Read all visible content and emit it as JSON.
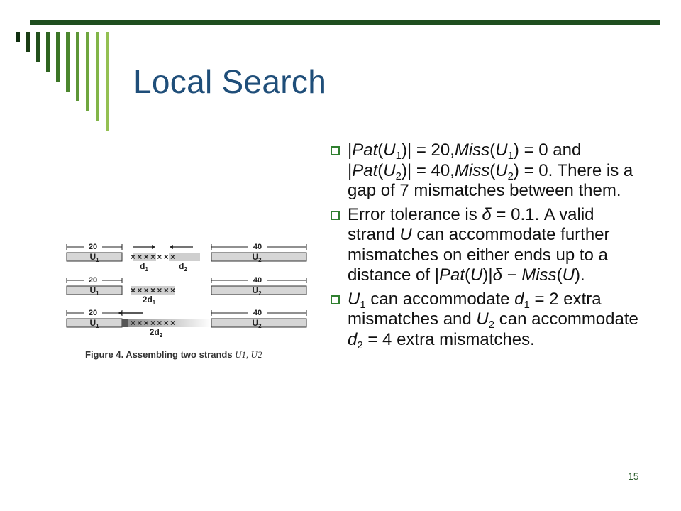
{
  "slide": {
    "title": "Local Search",
    "page_number": "15",
    "colors": {
      "rule": "#1f4e1f",
      "title": "#1f4e79",
      "bullet_marker": "#2f7f2f"
    }
  },
  "bullets": [
    {
      "parts": [
        {
          "t": "|"
        },
        {
          "t": "Pat",
          "i": true
        },
        {
          "t": "("
        },
        {
          "t": "U",
          "i": true
        },
        {
          "t": "1",
          "sub": true
        },
        {
          "t": ")| = 20,"
        },
        {
          "t": "Miss",
          "i": true
        },
        {
          "t": "("
        },
        {
          "t": "U",
          "i": true
        },
        {
          "t": "1",
          "sub": true
        },
        {
          "t": ") = 0 and |"
        },
        {
          "t": "Pat",
          "i": true
        },
        {
          "t": "("
        },
        {
          "t": "U",
          "i": true
        },
        {
          "t": "2",
          "sub": true
        },
        {
          "t": ")| = 40,"
        },
        {
          "t": "Miss",
          "i": true
        },
        {
          "t": "("
        },
        {
          "t": "U",
          "i": true
        },
        {
          "t": "2",
          "sub": true
        },
        {
          "t": ") = 0. There is a gap of 7 mismatches between them."
        }
      ]
    },
    {
      "parts": [
        {
          "t": "Error tolerance is "
        },
        {
          "t": "δ",
          "i": true
        },
        {
          "t": " = 0.1. A valid strand "
        },
        {
          "t": "U",
          "i": true
        },
        {
          "t": " can accommodate further mismatches on either ends up to a distance of |"
        },
        {
          "t": "Pat",
          "i": true
        },
        {
          "t": "("
        },
        {
          "t": "U",
          "i": true
        },
        {
          "t": ")|"
        },
        {
          "t": "δ",
          "i": true
        },
        {
          "t": " − "
        },
        {
          "t": "Miss",
          "i": true
        },
        {
          "t": "("
        },
        {
          "t": "U",
          "i": true
        },
        {
          "t": ")."
        }
      ]
    },
    {
      "parts": [
        {
          "t": "U",
          "i": true
        },
        {
          "t": "1",
          "sub": true
        },
        {
          "t": " can accommodate "
        },
        {
          "t": "d",
          "i": true
        },
        {
          "t": "1",
          "sub": true
        },
        {
          "t": " = 2 extra mismatches and "
        },
        {
          "t": "U",
          "i": true
        },
        {
          "t": "2",
          "sub": true
        },
        {
          "t": " can accommodate "
        },
        {
          "t": "d",
          "i": true
        },
        {
          "t": "2",
          "sub": true
        },
        {
          "t": " = 4 extra mismatches."
        }
      ]
    }
  ],
  "figure": {
    "caption_text": "Figure 4. Assembling two strands ",
    "caption_math": "U1, U2",
    "rows": [
      {
        "left_len": "20",
        "left_label": "U1",
        "right_len": "40",
        "right_label": "U2",
        "gap": "× × × × × × ×",
        "sublabel_a": "d1",
        "sublabel_b": "d2"
      },
      {
        "left_len": "20",
        "left_label": "U1",
        "right_len": "40",
        "right_label": "U2",
        "gap": "× × × × × × ×",
        "sublabel_a": "2d1"
      },
      {
        "left_len": "20",
        "left_label": "U1",
        "right_len": "40",
        "right_label": "U2",
        "gap": "× × × × × × ×",
        "sublabel_a": "2d2"
      }
    ]
  }
}
